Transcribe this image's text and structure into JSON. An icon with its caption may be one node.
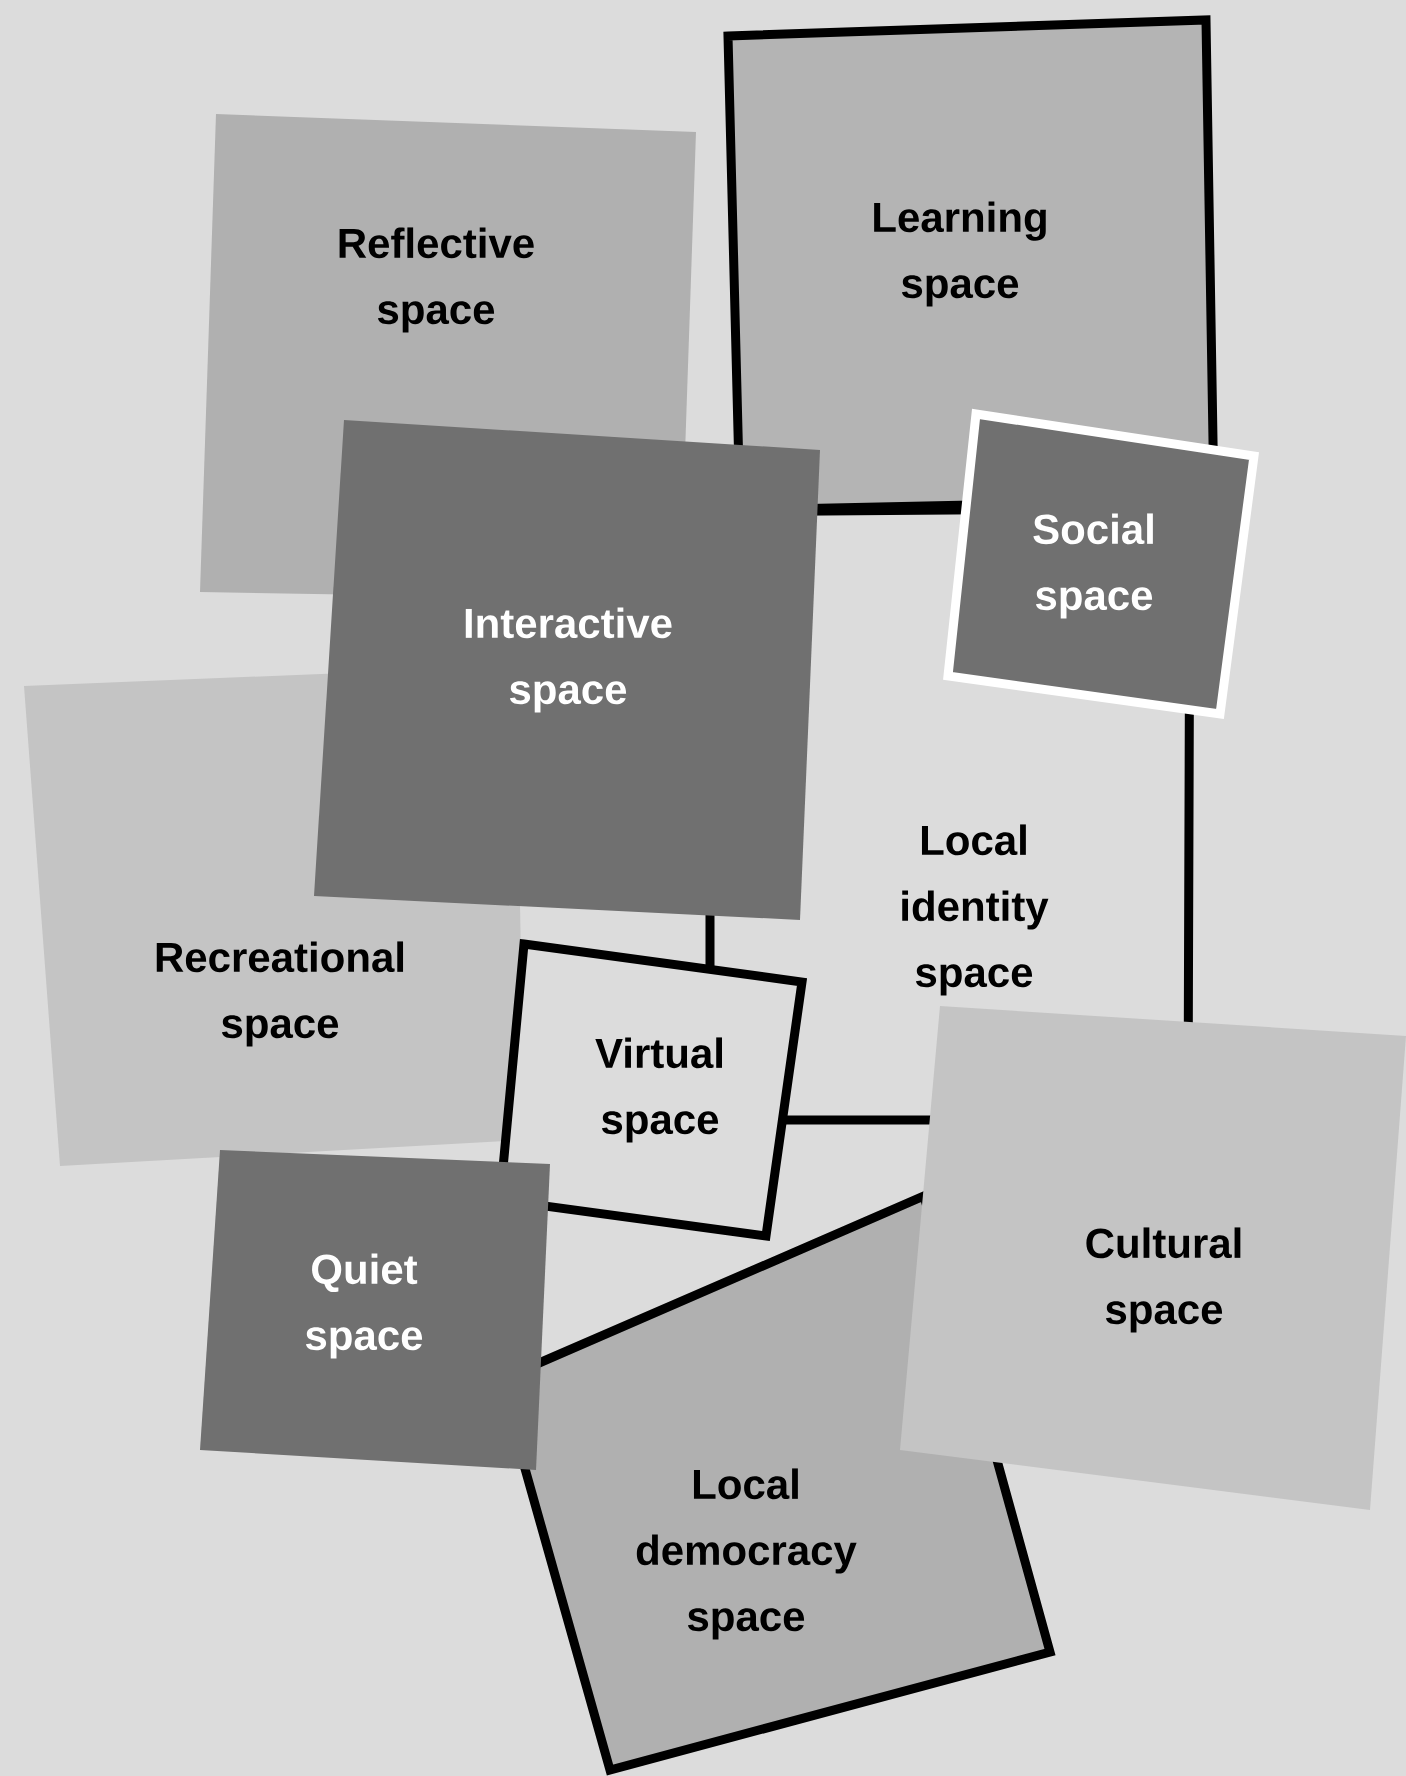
{
  "diagram": {
    "nodes": [
      {
        "text": [
          "Reflective space"
        ]
      },
      {
        "text": [
          "Learning space"
        ]
      },
      {
        "text": [
          "Social space"
        ]
      },
      {
        "text": [
          "Interactive space"
        ]
      },
      {
        "text": [
          "Local identity space"
        ]
      },
      {
        "text": [
          "Recreational space"
        ]
      },
      {
        "text": [
          "Virtual space"
        ]
      },
      {
        "text": [
          "Quiet space"
        ]
      },
      {
        "text": [
          "Cultural space"
        ]
      },
      {
        "text": [
          "Local democracy space"
        ]
      }
    ]
  }
}
